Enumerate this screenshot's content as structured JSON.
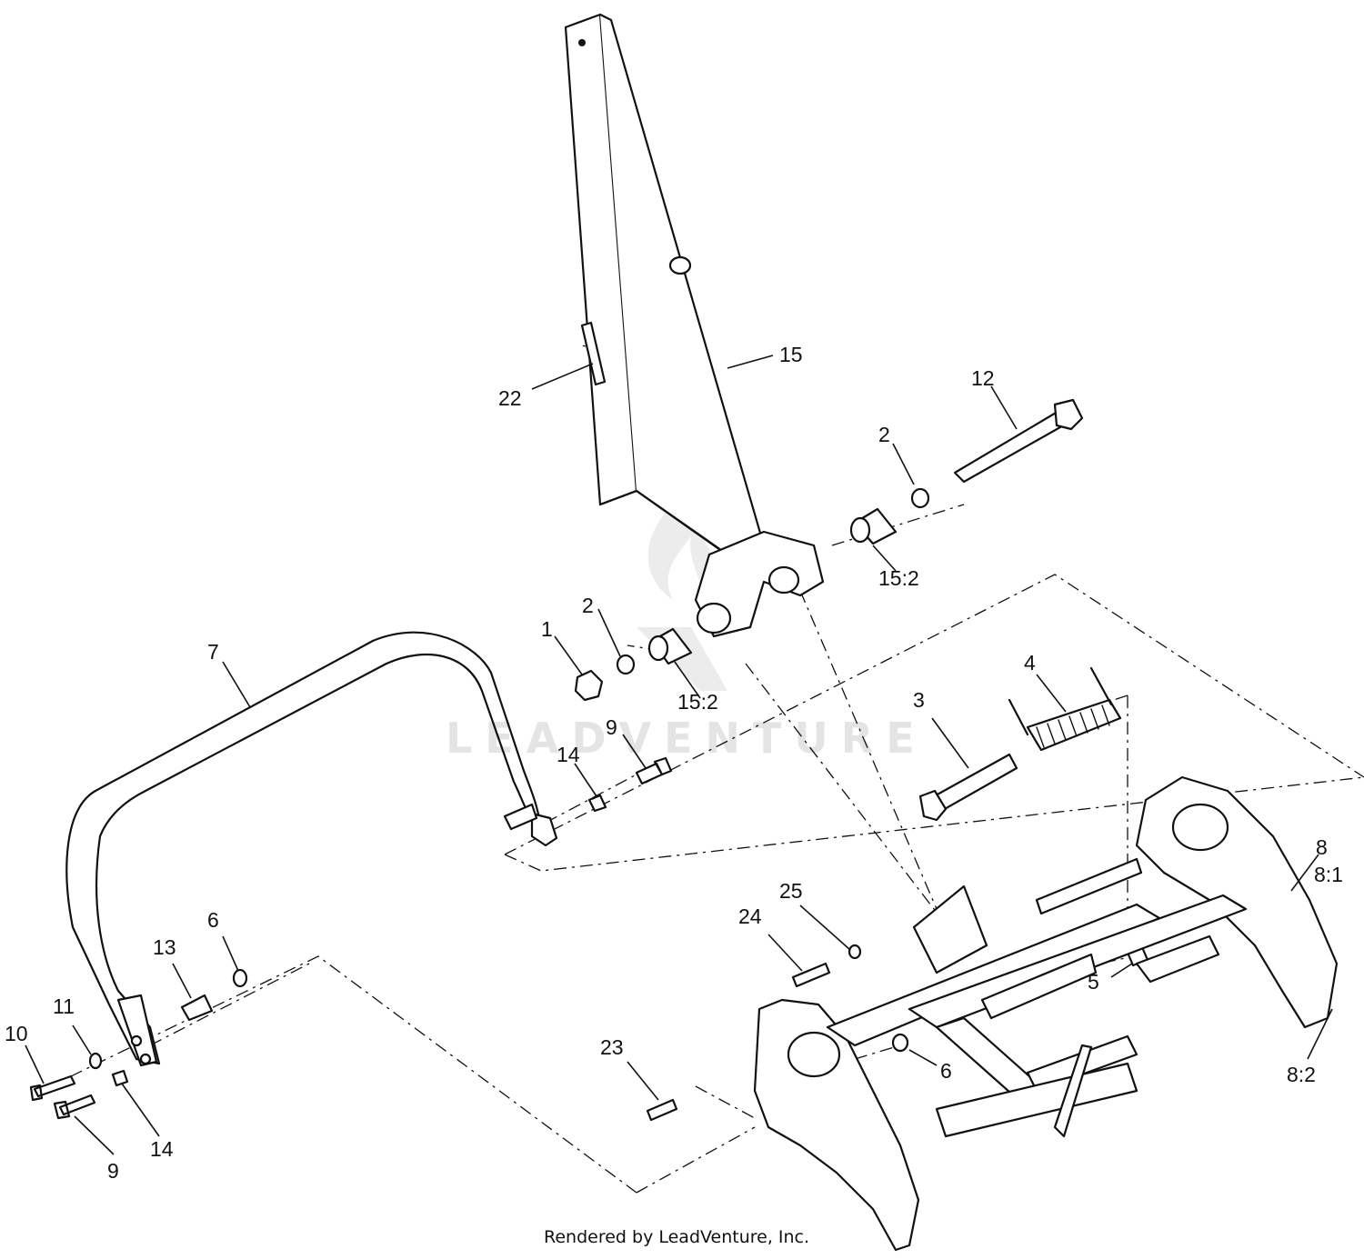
{
  "watermark": "LEADVENTURE",
  "credit": "Rendered by LeadVenture, Inc.",
  "callouts": {
    "c1": "1",
    "c2a": "2",
    "c2b": "2",
    "c3": "3",
    "c4": "4",
    "c5": "5",
    "c6a": "6",
    "c6b": "6",
    "c7": "7",
    "c8": "8",
    "c8_1": "8:1",
    "c8_2": "8:2",
    "c9a": "9",
    "c9b": "9",
    "c10": "10",
    "c11": "11",
    "c12": "12",
    "c13": "13",
    "c14a": "14",
    "c14b": "14",
    "c15": "15",
    "c15_2a": "15:2",
    "c15_2b": "15:2",
    "c22": "22",
    "c23": "23",
    "c24": "24",
    "c25": "25"
  }
}
